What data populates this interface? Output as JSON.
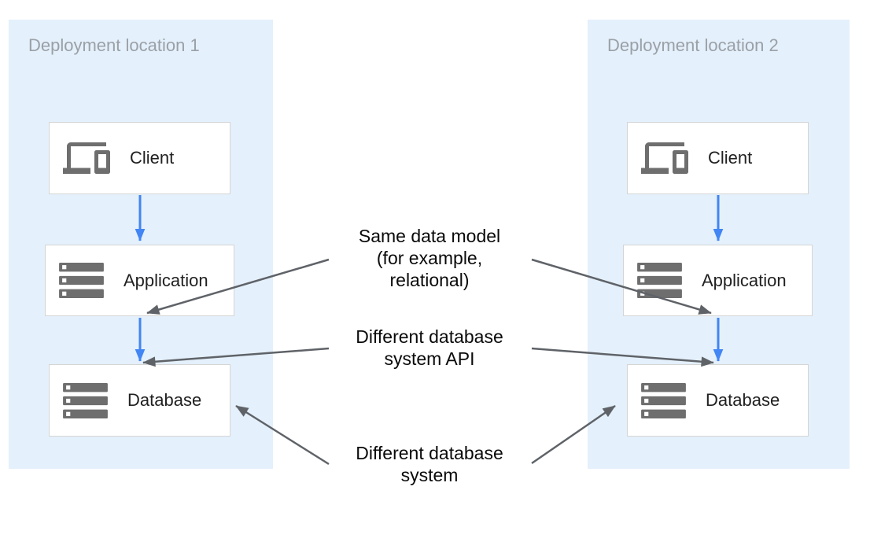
{
  "diagram": {
    "panels": [
      {
        "title": "Deployment location 1",
        "boxes": [
          {
            "label": "Client",
            "icon": "devices-icon"
          },
          {
            "label": "Application",
            "icon": "server-stack-icon"
          },
          {
            "label": "Database",
            "icon": "server-stack-icon"
          }
        ]
      },
      {
        "title": "Deployment location 2",
        "boxes": [
          {
            "label": "Client",
            "icon": "devices-icon"
          },
          {
            "label": "Application",
            "icon": "server-stack-icon"
          },
          {
            "label": "Database",
            "icon": "server-stack-icon"
          }
        ]
      }
    ],
    "annotations": [
      {
        "text": "Same data model\n(for example,\nrelational)"
      },
      {
        "text": "Different database\nsystem API"
      },
      {
        "text": "Different database\nsystem"
      }
    ],
    "colors": {
      "panel_background": "#e4f0fb",
      "box_background": "#ffffff",
      "box_border": "#d5d5d5",
      "flow_arrow_blue": "#4285f4",
      "annotation_arrow_gray": "#5f6368",
      "icon_gray": "#6e6e6e",
      "panel_title_text": "#9aa0a6",
      "box_label_text": "#212121",
      "annotation_text": "#0a0a0a"
    }
  }
}
